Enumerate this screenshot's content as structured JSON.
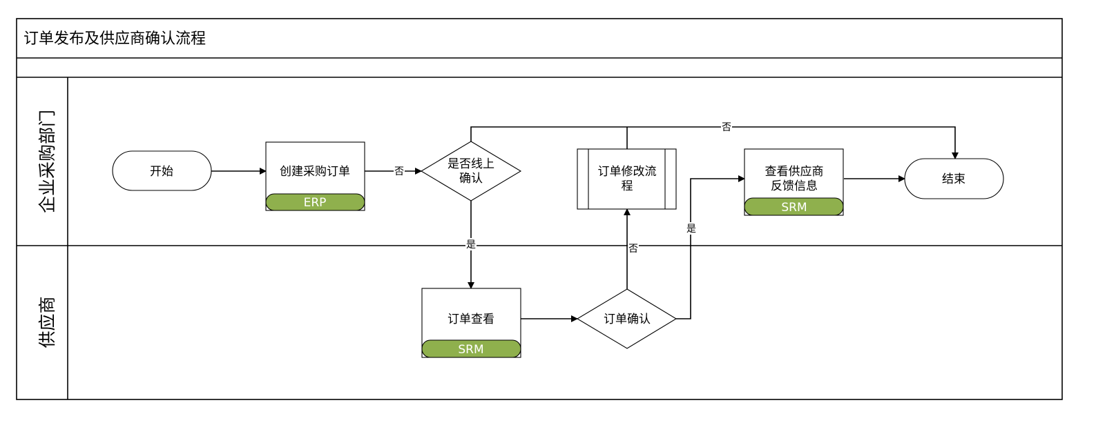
{
  "title": "订单发布及供应商确认流程",
  "lanes": {
    "enterprise": "企业采购部门",
    "supplier": "供应商"
  },
  "nodes": {
    "start": "开始",
    "create_po": {
      "line1": "创建采购订单",
      "system": "ERP"
    },
    "online_confirm": {
      "line1": "是否线上",
      "line2": "确认"
    },
    "modify": {
      "line1": "订单修改流",
      "line2": "程"
    },
    "view_feedback": {
      "line1": "查看供应商",
      "line2": "反馈信息",
      "system": "SRM"
    },
    "end": "结束",
    "order_view": {
      "line1": "订单查看",
      "system": "SRM"
    },
    "order_confirm": "订单确认"
  },
  "edge_labels": {
    "create_to_decision": "否",
    "top_route": "否",
    "decision_yes": "是",
    "confirm_no": "否",
    "confirm_yes": "是"
  }
}
